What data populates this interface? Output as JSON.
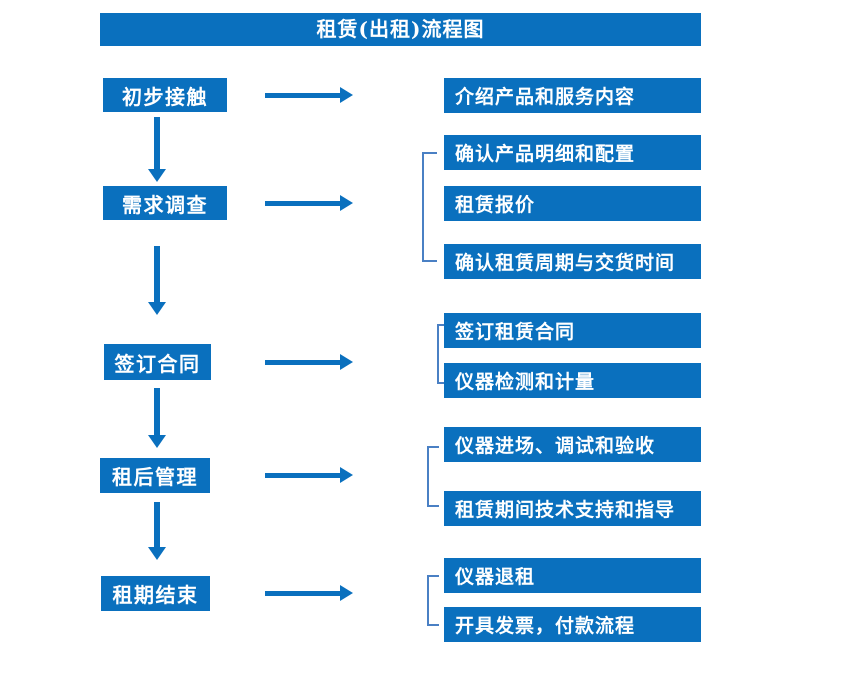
{
  "title": "租赁(出租)流程图",
  "colors": {
    "box_blue": "#0A70BE",
    "bracket_blue": "#4A80C4",
    "text_white": "#FFFFFF",
    "background": "#FFFFFF"
  },
  "stages": [
    {
      "label": "初步接触",
      "details": [
        "介绍产品和服务内容"
      ]
    },
    {
      "label": "需求调查",
      "details": [
        "确认产品明细和配置",
        "租赁报价",
        "确认租赁周期与交货时间"
      ]
    },
    {
      "label": "签订合同",
      "details": [
        "签订租赁合同",
        "仪器检测和计量"
      ]
    },
    {
      "label": "租后管理",
      "details": [
        "仪器进场、调试和验收",
        "租赁期间技术支持和指导"
      ]
    },
    {
      "label": "租期结束",
      "details": [
        "仪器退租",
        "开具发票，付款流程"
      ]
    }
  ]
}
